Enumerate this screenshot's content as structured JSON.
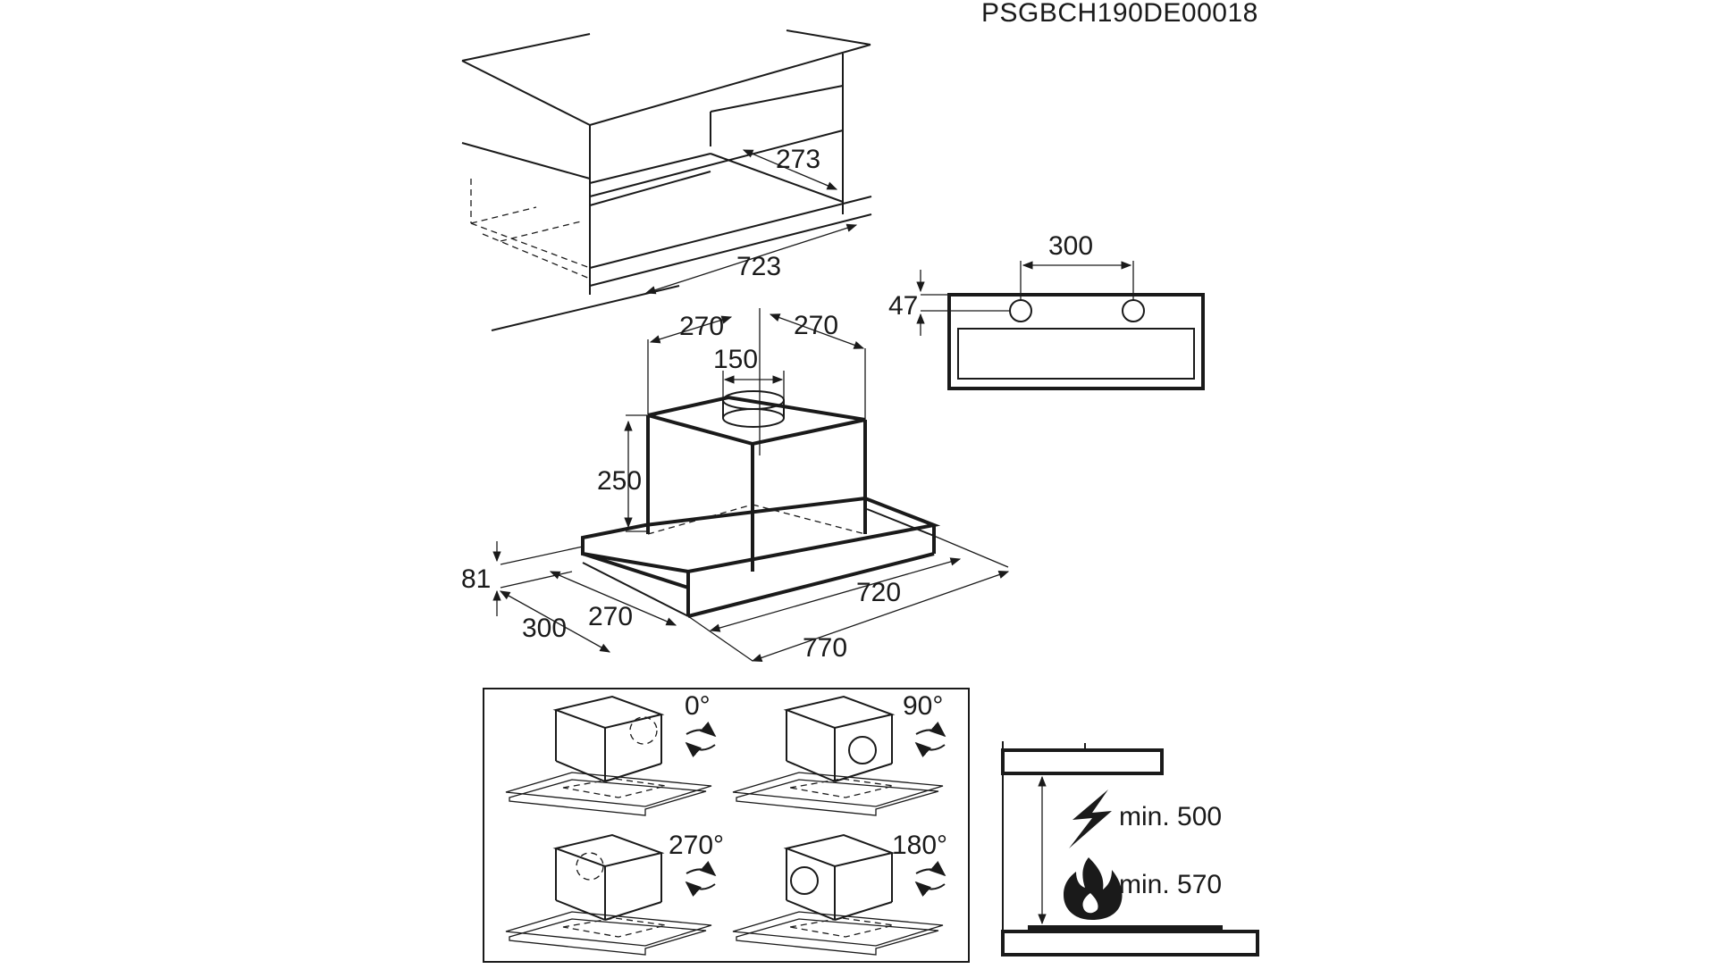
{
  "product_code": "PSGBCH190DE00018",
  "cabinet": {
    "depth": "273",
    "width": "723"
  },
  "hood": {
    "duct_left": "270",
    "duct_right": "270",
    "duct_diameter": "150",
    "motor_height": "250",
    "panel_height": "81",
    "front_depth": "300",
    "inner_depth": "270",
    "inner_width": "720",
    "outer_width": "770"
  },
  "front_panel": {
    "hole_spacing": "300",
    "hole_height": "47"
  },
  "rotation": {
    "options": [
      {
        "angle": "0°"
      },
      {
        "angle": "90°"
      },
      {
        "angle": "270°"
      },
      {
        "angle": "180°"
      }
    ]
  },
  "clearance": {
    "electric": "min. 500",
    "gas": "min. 570"
  }
}
